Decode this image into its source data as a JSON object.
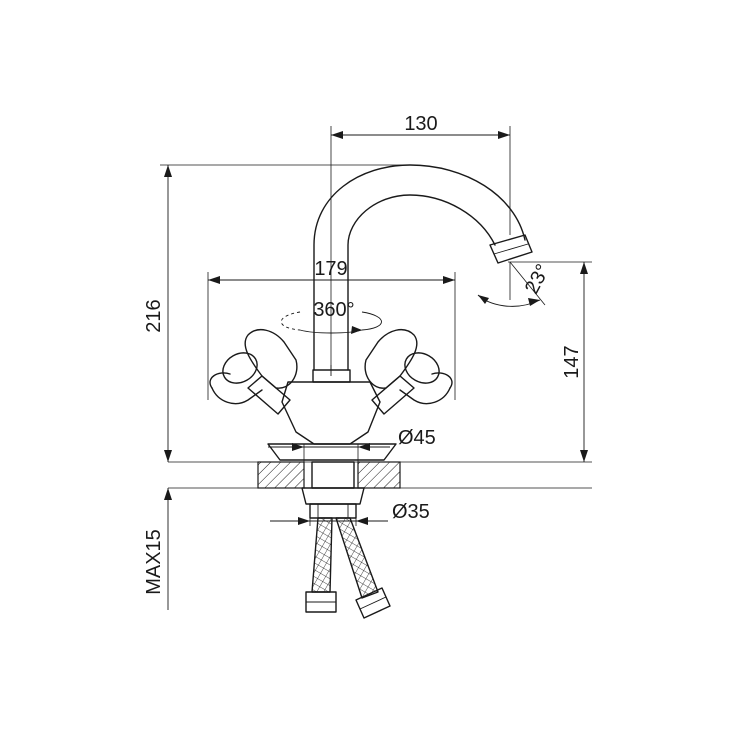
{
  "dimensions": {
    "spout_reach": "130",
    "handle_span": "179",
    "rotation": "360°",
    "total_height": "216",
    "spout_height": "147",
    "spout_angle": "23°",
    "base_diameter": "Ø45",
    "shank_diameter": "Ø35",
    "max_thickness": "MAX15"
  }
}
